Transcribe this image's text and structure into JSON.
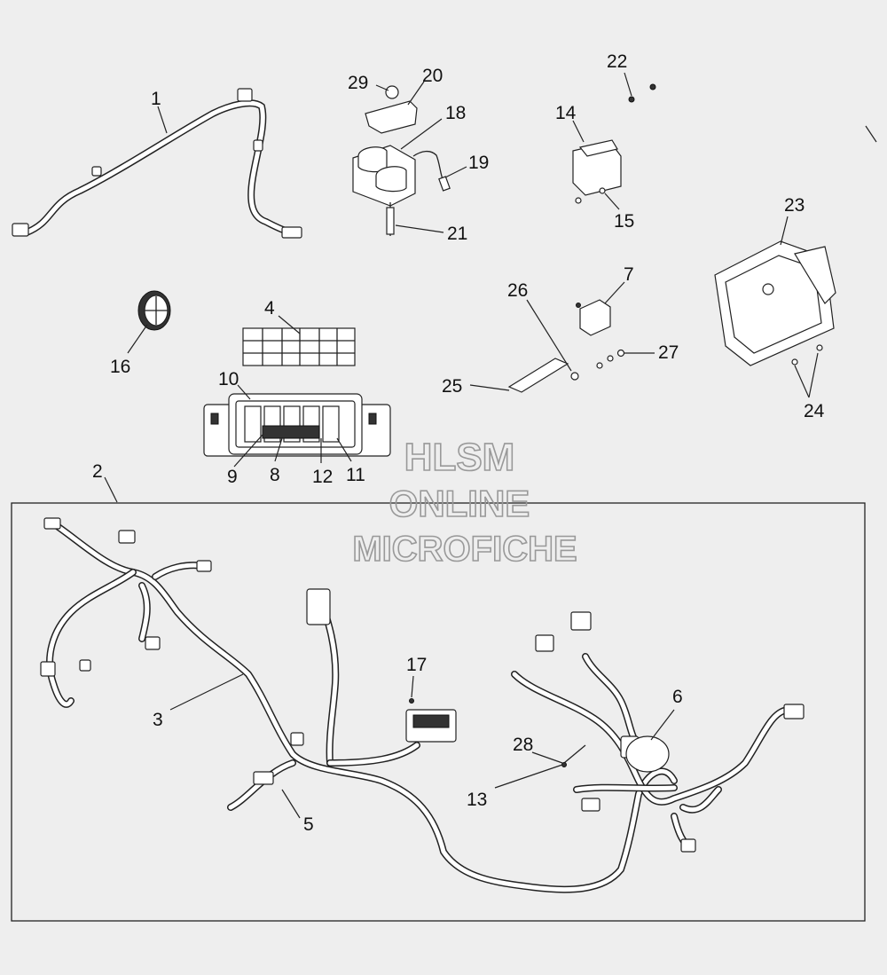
{
  "watermark": {
    "line1": "HLSM",
    "line2": "ONLINE",
    "line3": "MICROFICHE"
  },
  "callouts": [
    {
      "id": "c1",
      "label": "1"
    },
    {
      "id": "c2",
      "label": "2"
    },
    {
      "id": "c3",
      "label": "3"
    },
    {
      "id": "c4",
      "label": "4"
    },
    {
      "id": "c5",
      "label": "5"
    },
    {
      "id": "c6",
      "label": "6"
    },
    {
      "id": "c7",
      "label": "7"
    },
    {
      "id": "c8",
      "label": "8"
    },
    {
      "id": "c9",
      "label": "9"
    },
    {
      "id": "c10",
      "label": "10"
    },
    {
      "id": "c11",
      "label": "11"
    },
    {
      "id": "c12",
      "label": "12"
    },
    {
      "id": "c13",
      "label": "13"
    },
    {
      "id": "c14",
      "label": "14"
    },
    {
      "id": "c15",
      "label": "15"
    },
    {
      "id": "c16",
      "label": "16"
    },
    {
      "id": "c17",
      "label": "17"
    },
    {
      "id": "c18",
      "label": "18"
    },
    {
      "id": "c19",
      "label": "19"
    },
    {
      "id": "c20",
      "label": "20"
    },
    {
      "id": "c21",
      "label": "21"
    },
    {
      "id": "c22",
      "label": "22"
    },
    {
      "id": "c23",
      "label": "23"
    },
    {
      "id": "c24",
      "label": "24"
    },
    {
      "id": "c25",
      "label": "25"
    },
    {
      "id": "c26",
      "label": "26"
    },
    {
      "id": "c27",
      "label": "27"
    },
    {
      "id": "c28",
      "label": "28"
    },
    {
      "id": "c29",
      "label": "29"
    }
  ],
  "colors": {
    "background": "#eeeeee",
    "line": "#222222",
    "watermark": "#999999"
  }
}
